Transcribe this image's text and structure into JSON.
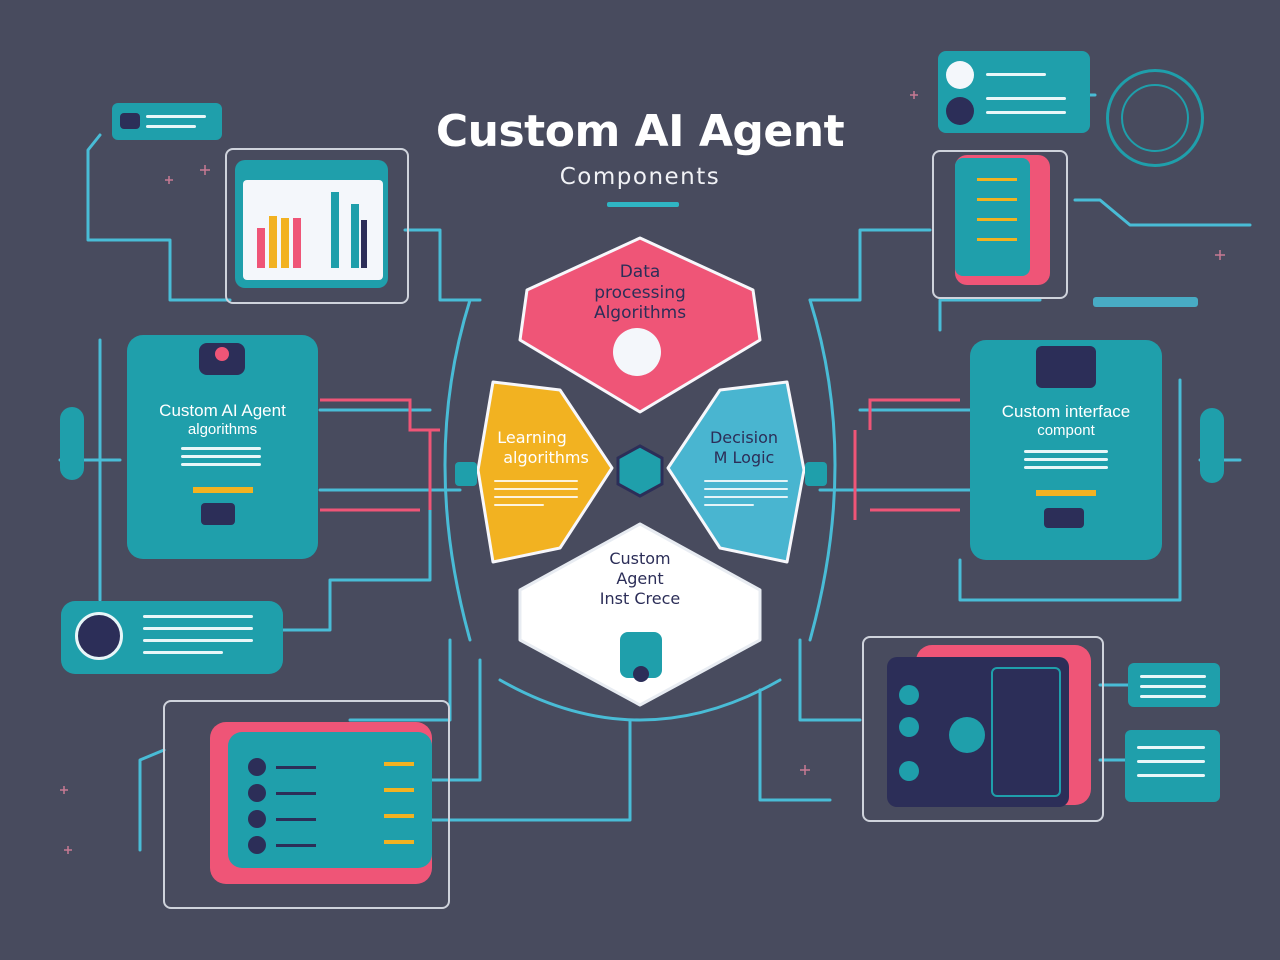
{
  "header": {
    "title": "Custom AI Agent",
    "subtitle": "Components"
  },
  "hexagons": {
    "top": {
      "line1": "Data",
      "line2": "processing",
      "line3": "Algorithms"
    },
    "left": {
      "line1": "Learning",
      "line2": "algorithms"
    },
    "right": {
      "line1": "Decision",
      "line2": "M Logic"
    },
    "bottom": {
      "line1": "Custom",
      "line2": "Agent",
      "line3": "Inst Crece"
    }
  },
  "panels": {
    "left": {
      "title": "Custom AI Agent",
      "subtitle": "algorithms"
    },
    "right": {
      "title": "Custom interface",
      "subtitle": "compont"
    }
  },
  "colors": {
    "background": "#484b5e",
    "teal": "#1f9fab",
    "pink": "#ef5577",
    "yellow": "#f2b221",
    "light_blue": "#49b5d0",
    "navy": "#2c2e58",
    "wire": "#49bcd6"
  }
}
